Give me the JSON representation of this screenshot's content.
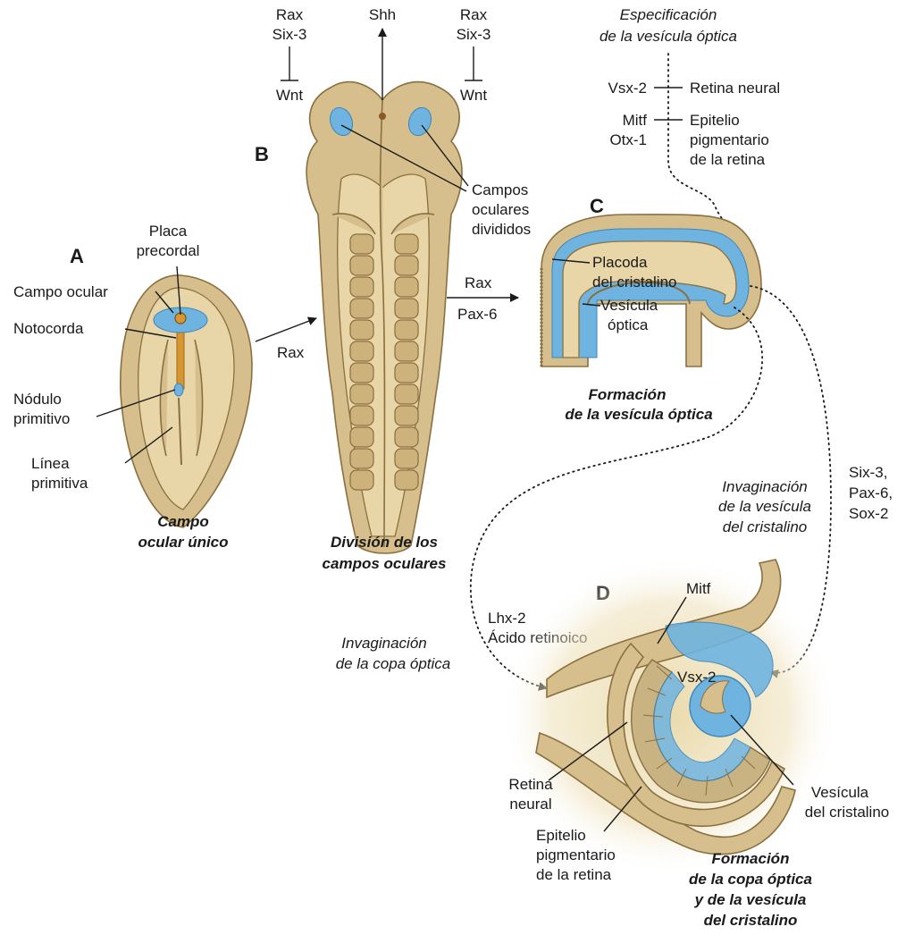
{
  "panels": {
    "a": "A",
    "b": "B",
    "c": "C",
    "d": "D"
  },
  "panel_a": {
    "placa_1": "Placa",
    "placa_2": "precordal",
    "campo_ocular": "Campo ocular",
    "notocorda": "Notocorda",
    "nodulo_1": "Nódulo",
    "nodulo_2": "primitivo",
    "linea_1": "Línea",
    "linea_2": "primitiva",
    "caption_1": "Campo",
    "caption_2": "ocular único"
  },
  "arrow_ab": {
    "label": "Rax"
  },
  "panel_b": {
    "shh": "Shh",
    "left_rax": "Rax",
    "left_six3": "Six-3",
    "left_wnt": "Wnt",
    "right_rax": "Rax",
    "right_six3": "Six-3",
    "right_wnt": "Wnt",
    "campos_1": "Campos",
    "campos_2": "oculares",
    "campos_3": "divididos",
    "caption_1": "División de los",
    "caption_2": "campos oculares"
  },
  "arrow_bc": {
    "label_1": "Rax",
    "label_2": "Pax-6"
  },
  "spec": {
    "title_1": "Especificación",
    "title_2": "de la vesícula óptica",
    "vsx2": "Vsx-2",
    "retina_neural": "Retina neural",
    "mitf": "Mitf",
    "otx1": "Otx-1",
    "epi_1": "Epitelio",
    "epi_2": "pigmentario",
    "epi_3": "de la retina"
  },
  "panel_c": {
    "placoda_1": "Placoda",
    "placoda_2": "del cristalino",
    "vesicula_1": "Vesícula",
    "vesicula_2": "óptica",
    "caption_1": "Formación",
    "caption_2": "de la vesícula óptica"
  },
  "lens_inv": {
    "title_1": "Invaginación",
    "title_2": "de la vesícula",
    "title_3": "del cristalino",
    "factor_1": "Six-3,",
    "factor_2": "Pax-6,",
    "factor_3": "Sox-2"
  },
  "cup_inv": {
    "title_1": "Invaginación",
    "title_2": "de la copa óptica",
    "factor_1": "Lhx-2",
    "factor_2": "Ácido retinoico"
  },
  "panel_d": {
    "mitf": "Mitf",
    "vsx2": "Vsx-2",
    "retina_1": "Retina",
    "retina_2": "neural",
    "epi_1": "Epitelio",
    "epi_2": "pigmentario",
    "epi_3": "de la retina",
    "vesicula_1": "Vesícula",
    "vesicula_2": "del cristalino",
    "caption_1": "Formación",
    "caption_2": "de la copa óptica",
    "caption_3": "y de la vesícula",
    "caption_4": "del cristalino"
  },
  "colors": {
    "tissue": "#d6bf8c",
    "tissue_light": "#e8d6a8",
    "expression_blue": "#6fb4e0",
    "text": "#1a1a1a"
  }
}
